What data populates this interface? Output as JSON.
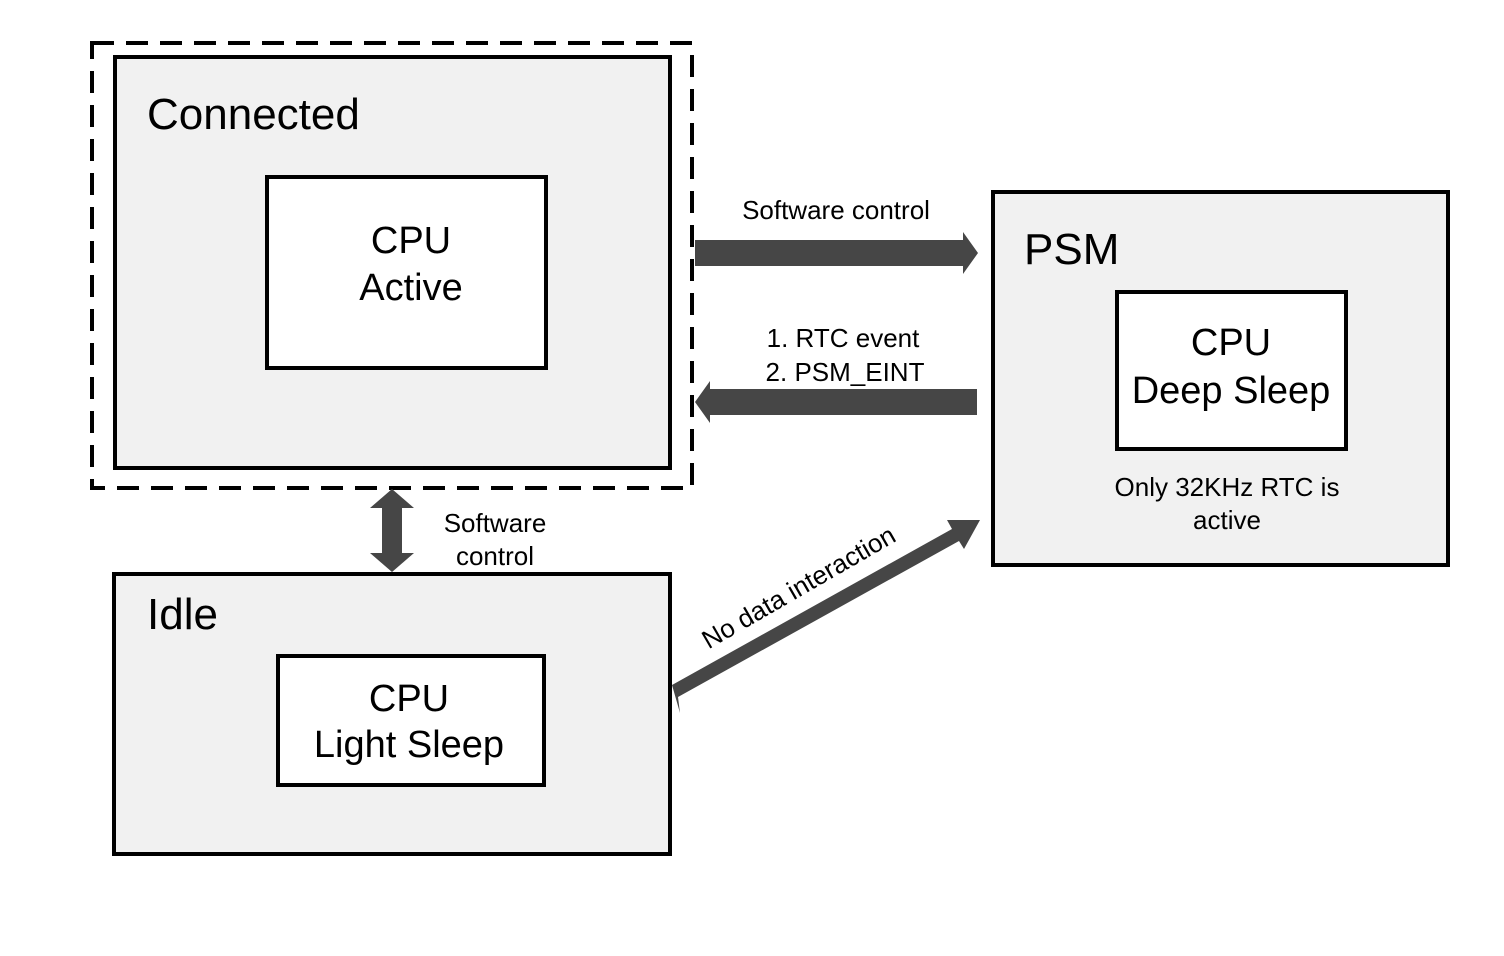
{
  "states": {
    "connected": {
      "title": "Connected",
      "inner_line1": "CPU",
      "inner_line2": "Active"
    },
    "psm": {
      "title": "PSM",
      "inner_line1": "CPU",
      "inner_line2": "Deep Sleep",
      "note_line1": "Only 32KHz RTC is",
      "note_line2": "active"
    },
    "idle": {
      "title": "Idle",
      "inner_line1": "CPU",
      "inner_line2": "Light Sleep"
    }
  },
  "transitions": {
    "connected_to_psm": {
      "label": "Software  control"
    },
    "psm_to_connected": {
      "label_line1": "1. RTC event",
      "label_line2": "2. PSM_EINT"
    },
    "connected_idle": {
      "label_line1": "Software",
      "label_line2": "control"
    },
    "idle_to_psm": {
      "label": "No data interaction"
    }
  },
  "colors": {
    "state_fill": "#f1f1f1",
    "arrow": "#464646",
    "border": "#000000"
  }
}
